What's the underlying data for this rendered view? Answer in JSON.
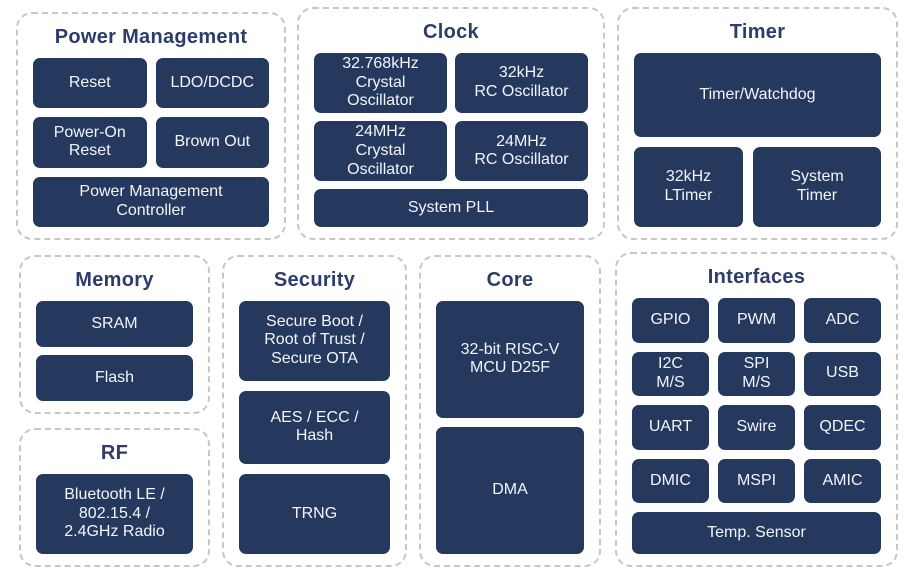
{
  "diagram": {
    "background_color": "#ffffff",
    "block_fill_color": "#25395f",
    "block_text_color": "#f3f4f8",
    "section_title_color": "#2d3c6b",
    "section_border_color": "#c7c7c7",
    "sections": [
      {
        "id": "power-management",
        "title": "Power Management",
        "blocks": [
          {
            "label": "Reset"
          },
          {
            "label": "LDO/DCDC"
          },
          {
            "label": "Power-On\nReset"
          },
          {
            "label": "Brown Out"
          },
          {
            "label": "Power Management\nController"
          }
        ]
      },
      {
        "id": "clock",
        "title": "Clock",
        "blocks": [
          {
            "label": "32.768kHz\nCrystal\nOscillator"
          },
          {
            "label": "32kHz\nRC Oscillator"
          },
          {
            "label": "24MHz\nCrystal\nOscillator"
          },
          {
            "label": "24MHz\nRC Oscillator"
          },
          {
            "label": "System PLL"
          }
        ]
      },
      {
        "id": "timer",
        "title": "Timer",
        "blocks": [
          {
            "label": "Timer/Watchdog"
          },
          {
            "label": "32kHz\nLTimer"
          },
          {
            "label": "System\nTimer"
          }
        ]
      },
      {
        "id": "memory",
        "title": "Memory",
        "blocks": [
          {
            "label": "SRAM"
          },
          {
            "label": "Flash"
          }
        ]
      },
      {
        "id": "rf",
        "title": "RF",
        "blocks": [
          {
            "label": "Bluetooth LE /\n802.15.4 /\n2.4GHz Radio"
          }
        ]
      },
      {
        "id": "security",
        "title": "Security",
        "blocks": [
          {
            "label": "Secure Boot /\nRoot of Trust /\nSecure OTA"
          },
          {
            "label": "AES / ECC /\nHash"
          },
          {
            "label": "TRNG"
          }
        ]
      },
      {
        "id": "core",
        "title": "Core",
        "blocks": [
          {
            "label": "32-bit RISC-V\nMCU D25F"
          },
          {
            "label": "DMA"
          }
        ]
      },
      {
        "id": "interfaces",
        "title": "Interfaces",
        "blocks": [
          {
            "label": "GPIO"
          },
          {
            "label": "PWM"
          },
          {
            "label": "ADC"
          },
          {
            "label": "I2C\nM/S"
          },
          {
            "label": "SPI\nM/S"
          },
          {
            "label": "USB"
          },
          {
            "label": "UART"
          },
          {
            "label": "Swire"
          },
          {
            "label": "QDEC"
          },
          {
            "label": "DMIC"
          },
          {
            "label": "MSPI"
          },
          {
            "label": "AMIC"
          },
          {
            "label": "Temp. Sensor"
          }
        ]
      }
    ]
  }
}
